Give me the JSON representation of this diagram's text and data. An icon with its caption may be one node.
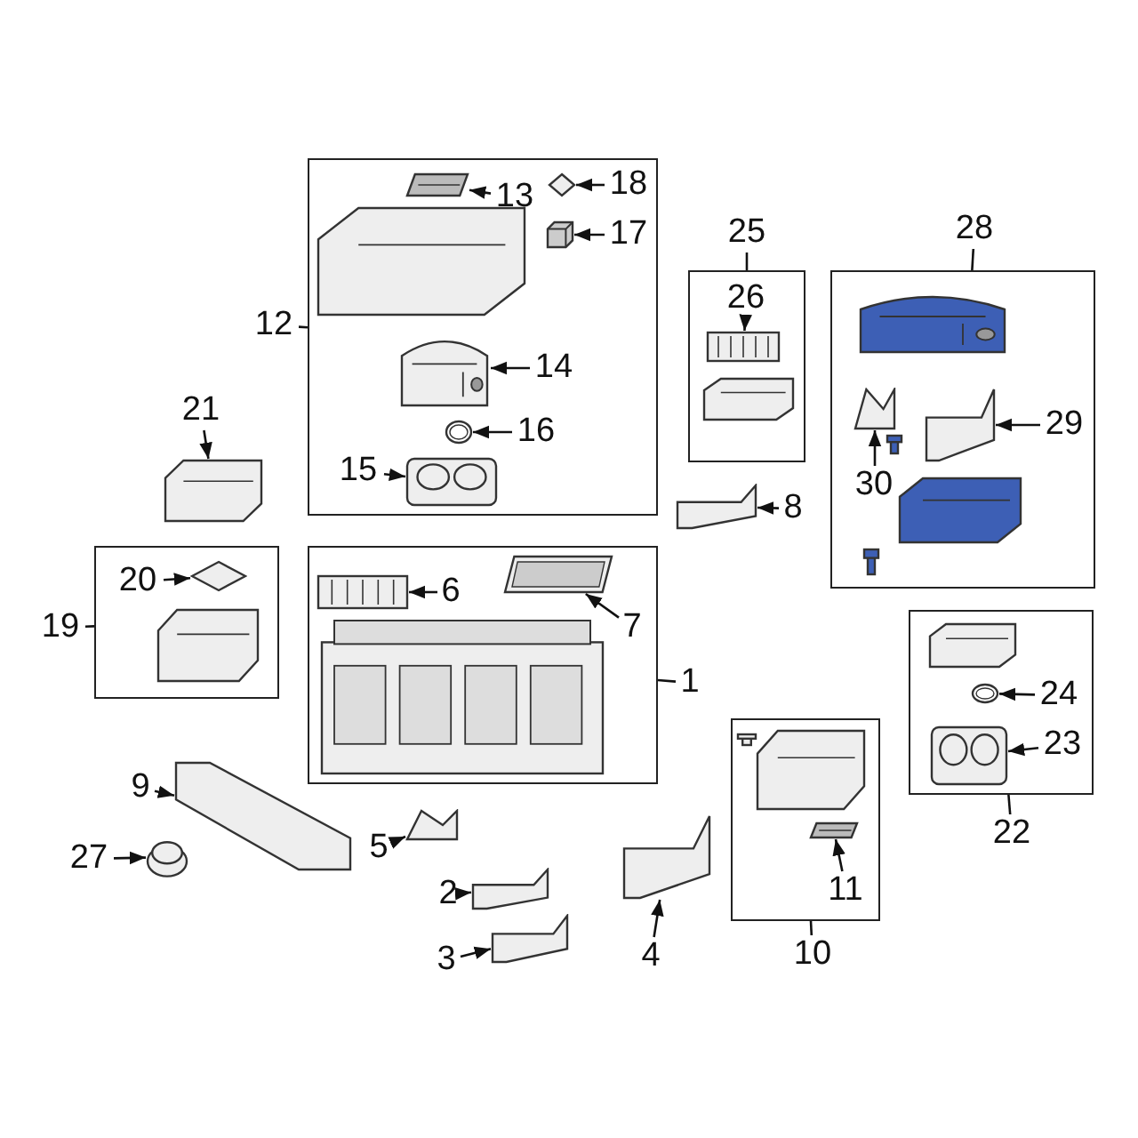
{
  "diagram": {
    "nodes": [
      {
        "text": [],
        "shape": "box"
      },
      {
        "text": [
          "13"
        ],
        "in": 0
      },
      {
        "text": [],
        "shape": "picture",
        "in": 0
      },
      {
        "text": [
          "18"
        ],
        "in": 0
      },
      {
        "text": [],
        "shape": "picture",
        "in": 0
      },
      {
        "text": [
          "17"
        ],
        "in": 0
      },
      {
        "text": [],
        "shape": "picture",
        "in": 0
      },
      {
        "text": [
          "14"
        ],
        "in": 0
      },
      {
        "text": [],
        "shape": "picture",
        "in": 0
      },
      {
        "text": [
          "16"
        ],
        "in": 0
      },
      {
        "text": [],
        "shape": "circle",
        "in": 0
      },
      {
        "text": [
          "15"
        ],
        "in": 0
      },
      {
        "text": [],
        "shape": "picture",
        "in": 0
      },
      {
        "text": [
          "12"
        ]
      },
      {
        "text": [],
        "shape": "box"
      },
      {
        "text": [
          "25"
        ]
      },
      {
        "text": [
          "26"
        ],
        "in": 14
      },
      {
        "text": [],
        "shape": "picture",
        "in": 14
      },
      {
        "text": [
          "8"
        ]
      },
      {
        "text": [],
        "shape": "picture"
      },
      {
        "text": [],
        "shape": "box"
      },
      {
        "text": [
          "28"
        ]
      },
      {
        "text": [
          "30"
        ],
        "in": 20
      },
      {
        "text": [],
        "shape": "picture",
        "in": 20
      },
      {
        "text": [
          "29"
        ],
        "in": 20
      },
      {
        "text": [],
        "shape": "picture",
        "in": 20
      },
      {
        "text": [
          "21"
        ]
      },
      {
        "text": [],
        "shape": "picture"
      },
      {
        "text": [],
        "shape": "box"
      },
      {
        "text": [
          "19"
        ]
      },
      {
        "text": [
          "20"
        ],
        "in": 28
      },
      {
        "text": [],
        "shape": "picture",
        "in": 28
      },
      {
        "text": [],
        "shape": "box"
      },
      {
        "text": [
          "1"
        ]
      },
      {
        "text": [
          "6"
        ],
        "in": 32
      },
      {
        "text": [],
        "shape": "picture",
        "in": 32
      },
      {
        "text": [
          "7"
        ],
        "in": 32
      },
      {
        "text": [],
        "shape": "picture",
        "in": 32
      },
      {
        "text": [],
        "shape": "box"
      },
      {
        "text": [
          "24"
        ],
        "in": 38
      },
      {
        "text": [],
        "shape": "circle",
        "in": 38
      },
      {
        "text": [
          "23"
        ],
        "in": 38
      },
      {
        "text": [],
        "shape": "picture",
        "in": 38
      },
      {
        "text": [
          "22"
        ]
      },
      {
        "text": [],
        "shape": "box"
      },
      {
        "text": [
          "11"
        ],
        "in": 44
      },
      {
        "text": [],
        "shape": "picture",
        "in": 44
      },
      {
        "text": [
          "10"
        ]
      },
      {
        "text": [
          "9"
        ]
      },
      {
        "text": [],
        "shape": "picture"
      },
      {
        "text": [
          "27"
        ]
      },
      {
        "text": [],
        "shape": "picture"
      },
      {
        "text": [
          "5"
        ]
      },
      {
        "text": [],
        "shape": "picture"
      },
      {
        "text": [
          "2"
        ]
      },
      {
        "text": [],
        "shape": "picture"
      },
      {
        "text": [
          "3"
        ]
      },
      {
        "text": [],
        "shape": "picture"
      },
      {
        "text": [
          "4"
        ]
      },
      {
        "text": [],
        "shape": "picture"
      }
    ],
    "edges": [
      {
        "from": 1,
        "to": 2,
        "arrow": "to"
      },
      {
        "from": 3,
        "to": 4,
        "arrow": "to"
      },
      {
        "from": 5,
        "to": 6,
        "arrow": "to"
      },
      {
        "from": 7,
        "to": 8,
        "arrow": "to"
      },
      {
        "from": 9,
        "to": 10,
        "arrow": "to"
      },
      {
        "from": 11,
        "to": 12,
        "arrow": "to"
      },
      {
        "from": 13,
        "to": 0,
        "arrow": "none"
      },
      {
        "from": 15,
        "to": 14,
        "arrow": "none"
      },
      {
        "from": 16,
        "to": 17,
        "arrow": "to"
      },
      {
        "from": 18,
        "to": 19,
        "arrow": "to"
      },
      {
        "from": 21,
        "to": 20,
        "arrow": "none"
      },
      {
        "from": 22,
        "to": 23,
        "arrow": "to"
      },
      {
        "from": 24,
        "to": 25,
        "arrow": "to"
      },
      {
        "from": 26,
        "to": 27,
        "arrow": "to"
      },
      {
        "from": 29,
        "to": 28,
        "arrow": "none"
      },
      {
        "from": 30,
        "to": 31,
        "arrow": "to"
      },
      {
        "from": 33,
        "to": 32,
        "arrow": "none"
      },
      {
        "from": 34,
        "to": 35,
        "arrow": "to"
      },
      {
        "from": 36,
        "to": 37,
        "arrow": "to"
      },
      {
        "from": 39,
        "to": 40,
        "arrow": "to"
      },
      {
        "from": 41,
        "to": 42,
        "arrow": "to"
      },
      {
        "from": 43,
        "to": 38,
        "arrow": "none"
      },
      {
        "from": 45,
        "to": 46,
        "arrow": "to"
      },
      {
        "from": 47,
        "to": 44,
        "arrow": "none"
      },
      {
        "from": 48,
        "to": 49,
        "arrow": "to"
      },
      {
        "from": 50,
        "to": 51,
        "arrow": "to"
      },
      {
        "from": 52,
        "to": 53,
        "arrow": "to"
      },
      {
        "from": 54,
        "to": 55,
        "arrow": "to"
      },
      {
        "from": 56,
        "to": 57,
        "arrow": "to"
      },
      {
        "from": 58,
        "to": 59,
        "arrow": "to"
      }
    ]
  }
}
